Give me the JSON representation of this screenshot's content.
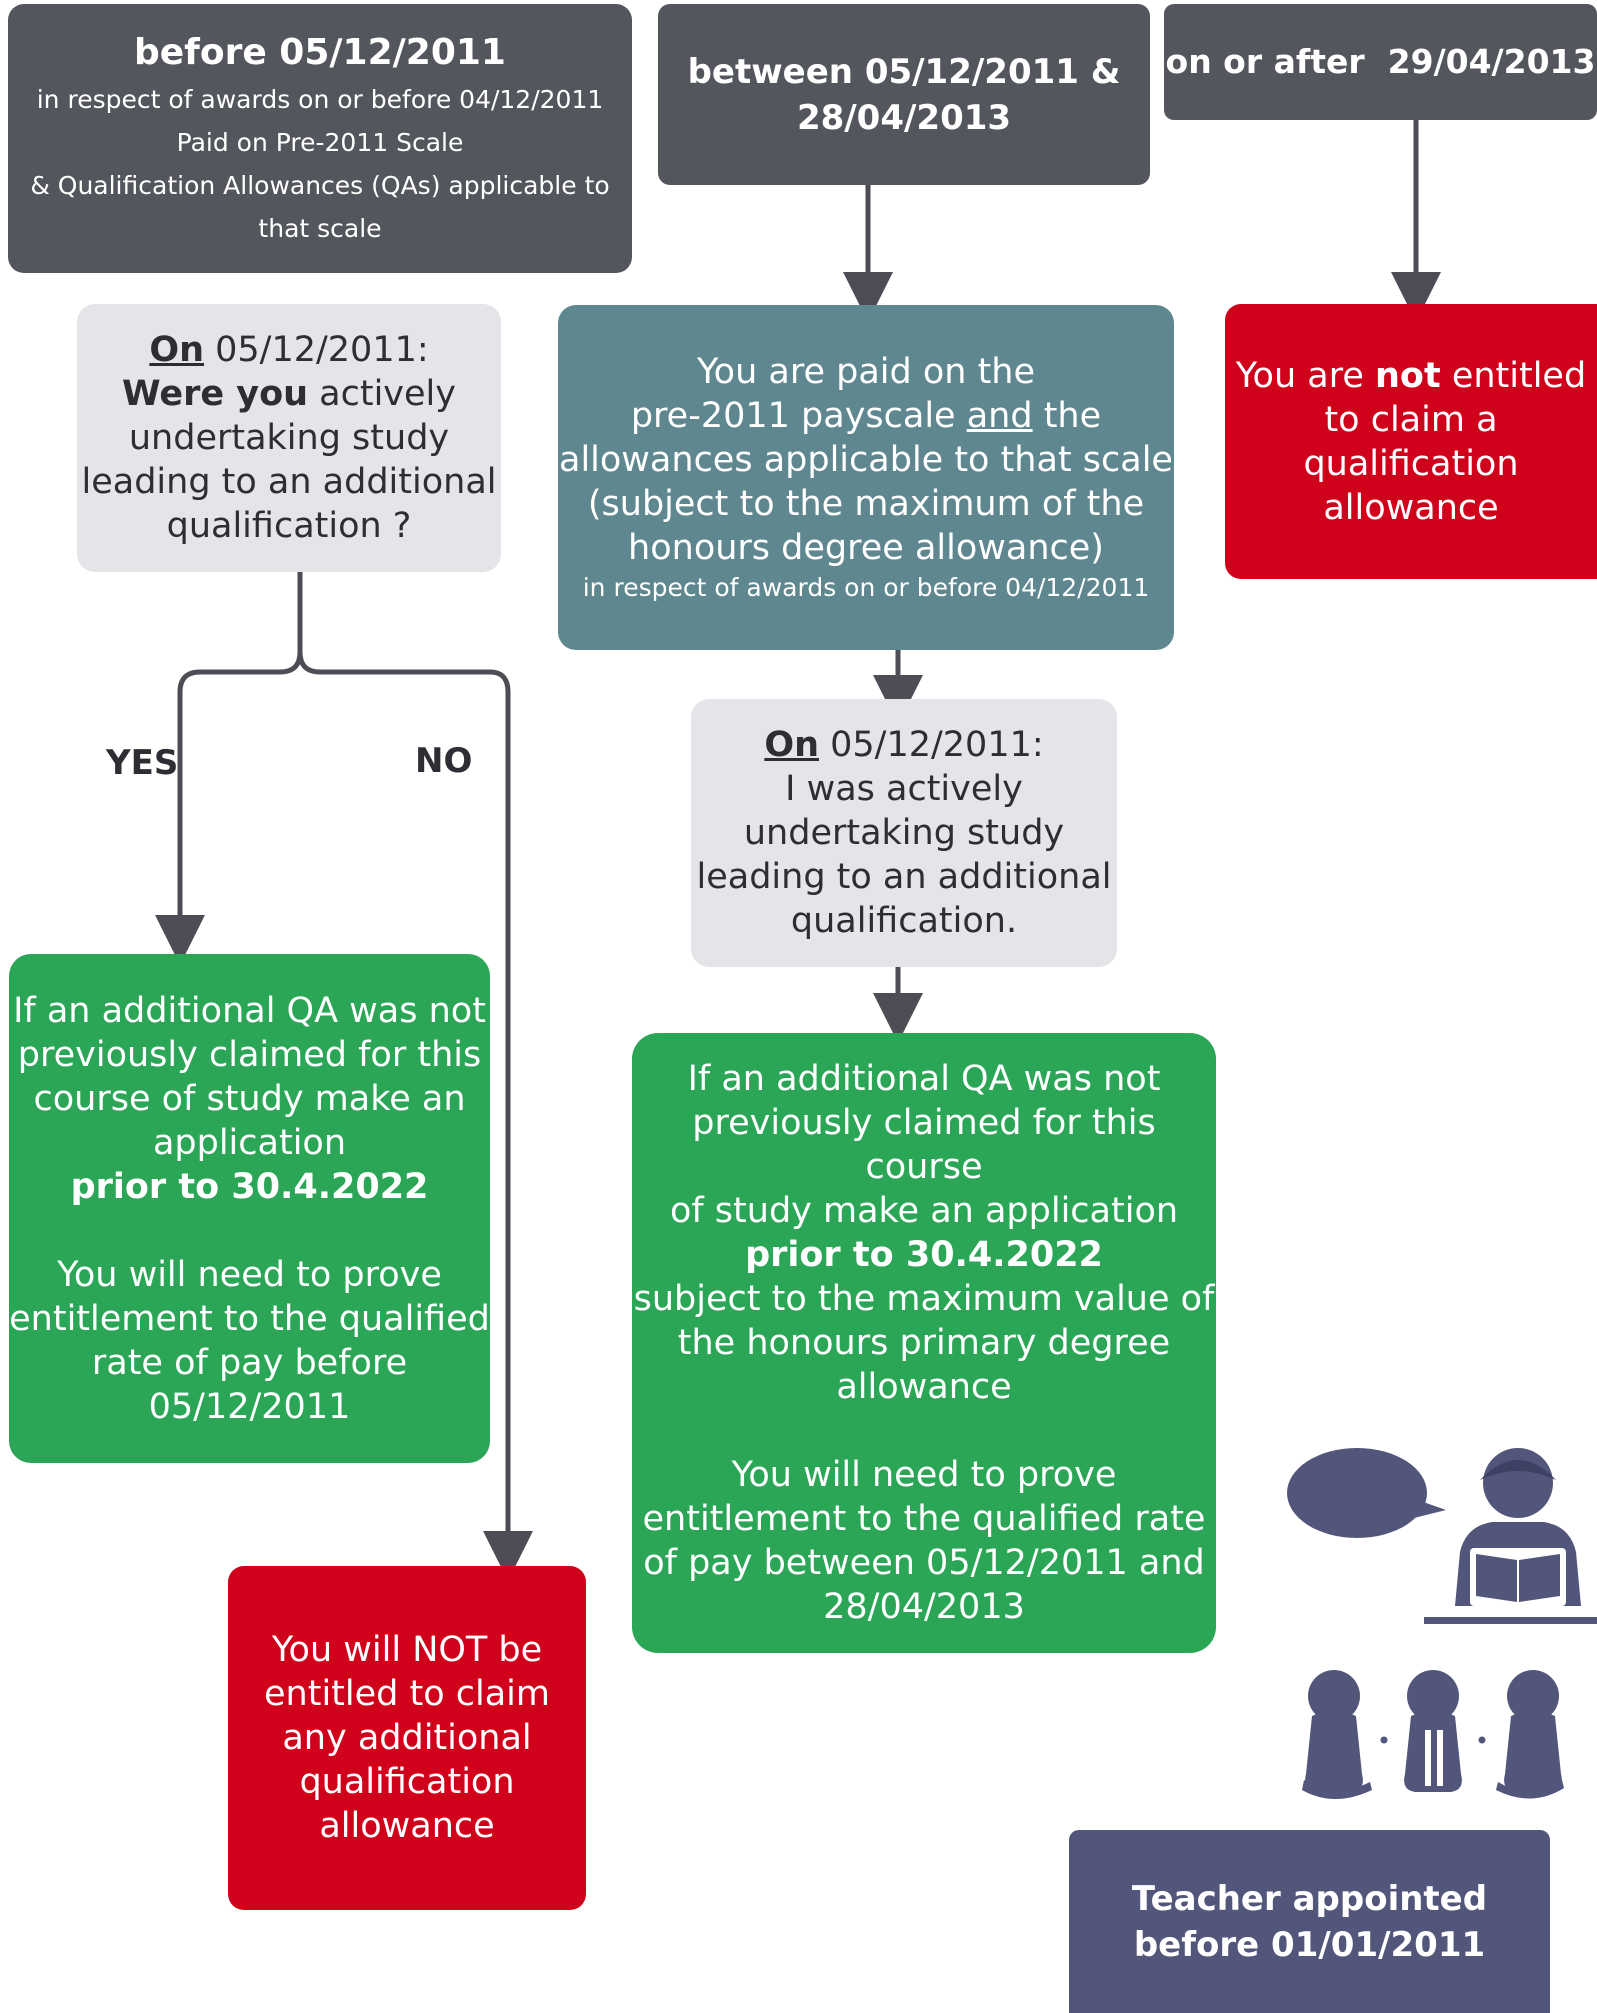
{
  "headers": {
    "before": {
      "title": "before 05/12/2011",
      "line1": "in respect of awards on or before 04/12/2011",
      "line2": "Paid on Pre-2011 Scale",
      "line3": "& Qualification Allowances (QAs) applicable to",
      "line4": "that scale"
    },
    "between": {
      "line1": "between 05/12/2011 &",
      "line2": "28/04/2013"
    },
    "after": {
      "title": "on or after  29/04/2013"
    }
  },
  "question_before": {
    "on": "On",
    "date": " 05/12/2011:",
    "were_you": "Were you",
    "actively": " actively",
    "line3": "undertaking study",
    "line4": "leading to an additional",
    "line5": "qualification ?"
  },
  "branches": {
    "yes": "YES",
    "no": "NO"
  },
  "paid_box": {
    "line1": "You are paid on the",
    "line2_a": "pre-2011 payscale ",
    "line2_and": "and",
    "line2_b": " the",
    "line3": "allowances applicable to that scale",
    "line4": "(subject to the maximum of the",
    "line5": "honours degree allowance)",
    "line6": "in respect of awards on or before 04/12/2011"
  },
  "not_entitled_box": {
    "line1_a": "You are ",
    "line1_not": "not",
    "line1_b": " entitled",
    "line2": "to claim a",
    "line3": "qualification",
    "line4": "allowance"
  },
  "statement_between": {
    "on": "On",
    "date": " 05/12/2011:",
    "line2": "I was actively",
    "line3": "undertaking study",
    "line4": "leading to an additional",
    "line5": "qualification."
  },
  "yes_result": {
    "line1": "If an additional QA was not",
    "line2": "previously claimed for this",
    "line3": "course of study make an",
    "line4": "application",
    "line5": "prior to 30.4.2022",
    "line6": "You will need to prove",
    "line7": "entitlement to the qualified",
    "line8": "rate of pay before",
    "line9": "05/12/2011"
  },
  "no_result": {
    "line1": "You will NOT be",
    "line2": "entitled to claim",
    "line3": "any additional",
    "line4": "qualification",
    "line5": "allowance"
  },
  "between_result": {
    "line1": "If an additional QA was not",
    "line2": "previously claimed for this course",
    "line3": "of study make an application",
    "line4": "prior to 30.4.2022",
    "line5": "subject to the maximum value of",
    "line6": "the honours primary degree",
    "line7": "allowance",
    "line8": "You will need to prove",
    "line9": "entitlement to the qualified rate",
    "line10": "of pay between 05/12/2011 and",
    "line11": "28/04/2013"
  },
  "footer": {
    "line1": "Teacher appointed",
    "line2": "before 01/01/2011"
  },
  "colors": {
    "header": "#54565e",
    "question": "#e4e5e8",
    "info": "#5f8790",
    "negative": "#d0021b",
    "positive": "#2ba657",
    "footer": "#52567a",
    "arrow": "#4d4e55",
    "illustration": "#52567a"
  },
  "icons": [
    "speech-bubble-icon",
    "teacher-reading-icon",
    "seated-child-icon"
  ]
}
